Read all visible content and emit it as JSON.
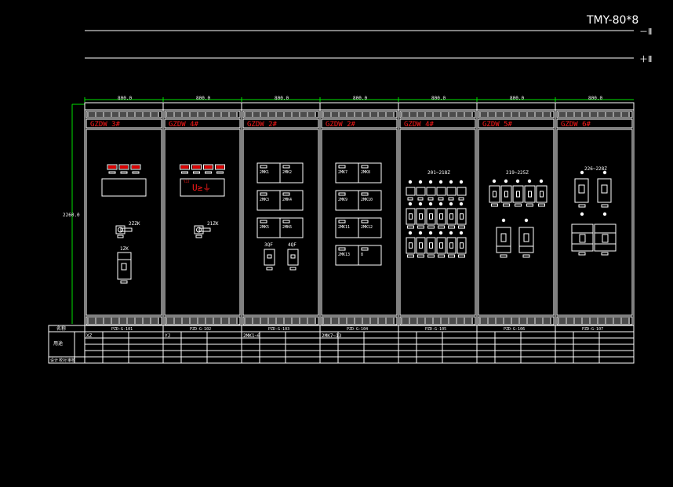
{
  "title": "TMY-80*8",
  "busbars": [
    {
      "label": "－Ⅱ"
    },
    {
      "label": "＋Ⅱ"
    }
  ],
  "height_dim": "2260.0",
  "panels": [
    {
      "width_dim": "800.0",
      "title": "GZDW 3#",
      "code": "PZD-G-101",
      "row_label": "XZ",
      "row_note": "",
      "type": "meter",
      "meters": [
        "V1",
        "A1",
        "V2"
      ],
      "display": "",
      "switch_label": "2ZZK",
      "breaker_label": "1ZK"
    },
    {
      "width_dim": "800.0",
      "title": "GZDW 4#",
      "code": "PZD-G-102",
      "row_label": "YJ",
      "row_note": "",
      "type": "meter2",
      "meters": [
        "V3",
        "A2",
        "V4",
        "A3"
      ],
      "display": "U≥⏚",
      "display_tag": "YJJ",
      "switch_label": "21ZK"
    },
    {
      "width_dim": "800.0",
      "title": "GZDW 2#",
      "code": "PZD-G-103",
      "row_label": "2MK1~6",
      "type": "modules",
      "modules": [
        "2MK1",
        "2MK2",
        "2MK3",
        "2MK4",
        "2MK5",
        "2MK6"
      ],
      "small": [
        "3QF",
        "4QF"
      ]
    },
    {
      "width_dim": "800.0",
      "title": "GZDW 2#",
      "code": "PZD-G-104",
      "row_label": "2MK7~13",
      "type": "modules",
      "modules": [
        "2MK7",
        "2MK8",
        "2MK9",
        "2MK10",
        "2MK11",
        "2MK12",
        "2MK13",
        "8"
      ]
    },
    {
      "width_dim": "800.0",
      "title": "GZDW 4#",
      "code": "PZD-G-105",
      "row_label": "",
      "type": "feeders18",
      "range": "201~218Z"
    },
    {
      "width_dim": "800.0",
      "title": "GZDW 5#",
      "code": "PZD-G-106",
      "row_label": "",
      "type": "feeders7",
      "range": "219~225Z"
    },
    {
      "width_dim": "800.0",
      "title": "GZDW 6#",
      "code": "PZD-G-107",
      "row_label": "",
      "type": "feeders4",
      "range": "226~228Z"
    }
  ],
  "legend_table": {
    "header": "名称",
    "side": "用途",
    "bottom": [
      "设计",
      "校对",
      "审核"
    ]
  }
}
